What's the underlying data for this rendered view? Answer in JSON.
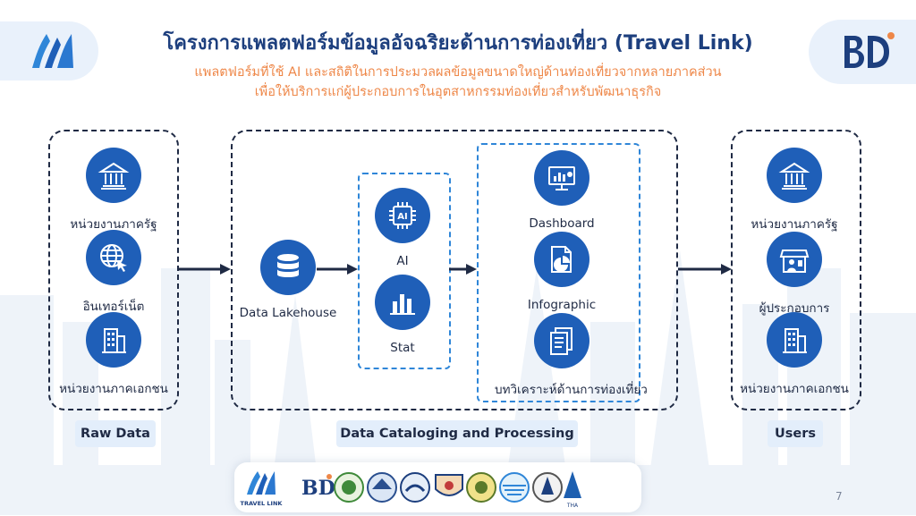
{
  "header": {
    "title": "โครงการแพลตฟอร์มข้อมูลอัจฉริยะด้านการท่องเที่ยว (Travel Link)",
    "subtitle_line1": "แพลตฟอร์มที่ใช้ AI และสถิติในการประมวลผลข้อมูลขนาดใหญ่ด้านท่องเที่ยวจากหลายภาคส่วน",
    "subtitle_line2": "เพื่อให้บริการแก่ผู้ประกอบการในอุตสาหกรรมท่องเที่ยวสำหรับพัฒนาธุรกิจ"
  },
  "raw_data": {
    "section_label": "Raw Data",
    "items": [
      {
        "label": "หน่วยงานภาครัฐ",
        "icon": "government-building-icon"
      },
      {
        "label": "อินเทอร์เน็ต",
        "icon": "globe-cursor-icon"
      },
      {
        "label": "หน่วยงานภาคเอกชน",
        "icon": "office-building-icon"
      }
    ]
  },
  "processing": {
    "section_label": "Data Cataloging and Processing",
    "lakehouse": {
      "label": "Data Lakehouse",
      "icon": "database-icon"
    },
    "analytics": [
      {
        "label": "AI",
        "icon": "ai-chip-icon"
      },
      {
        "label": "Stat",
        "icon": "bar-chart-icon"
      }
    ],
    "outputs": [
      {
        "label": "Dashboard",
        "icon": "dashboard-icon"
      },
      {
        "label": "Infographic",
        "icon": "infographic-icon"
      },
      {
        "label": "บทวิเคราะห์ด้านการท่องเที่ยว",
        "icon": "document-icon"
      }
    ]
  },
  "users": {
    "section_label": "Users",
    "items": [
      {
        "label": "หน่วยงานภาครัฐ",
        "icon": "government-building-icon"
      },
      {
        "label": "ผู้ประกอบการ",
        "icon": "storefront-icon"
      },
      {
        "label": "หน่วยงานภาคเอกชน",
        "icon": "office-building-icon"
      }
    ]
  },
  "footer": {
    "travel_link_caption": "TRAVEL LINK",
    "page_number": "7"
  },
  "colors": {
    "title": "#1d3f7e",
    "subtitle": "#ee8748",
    "icon_circle": "#1f5fb8",
    "dashed_blue": "#2f86d8",
    "label_bg": "#e3eefb"
  }
}
